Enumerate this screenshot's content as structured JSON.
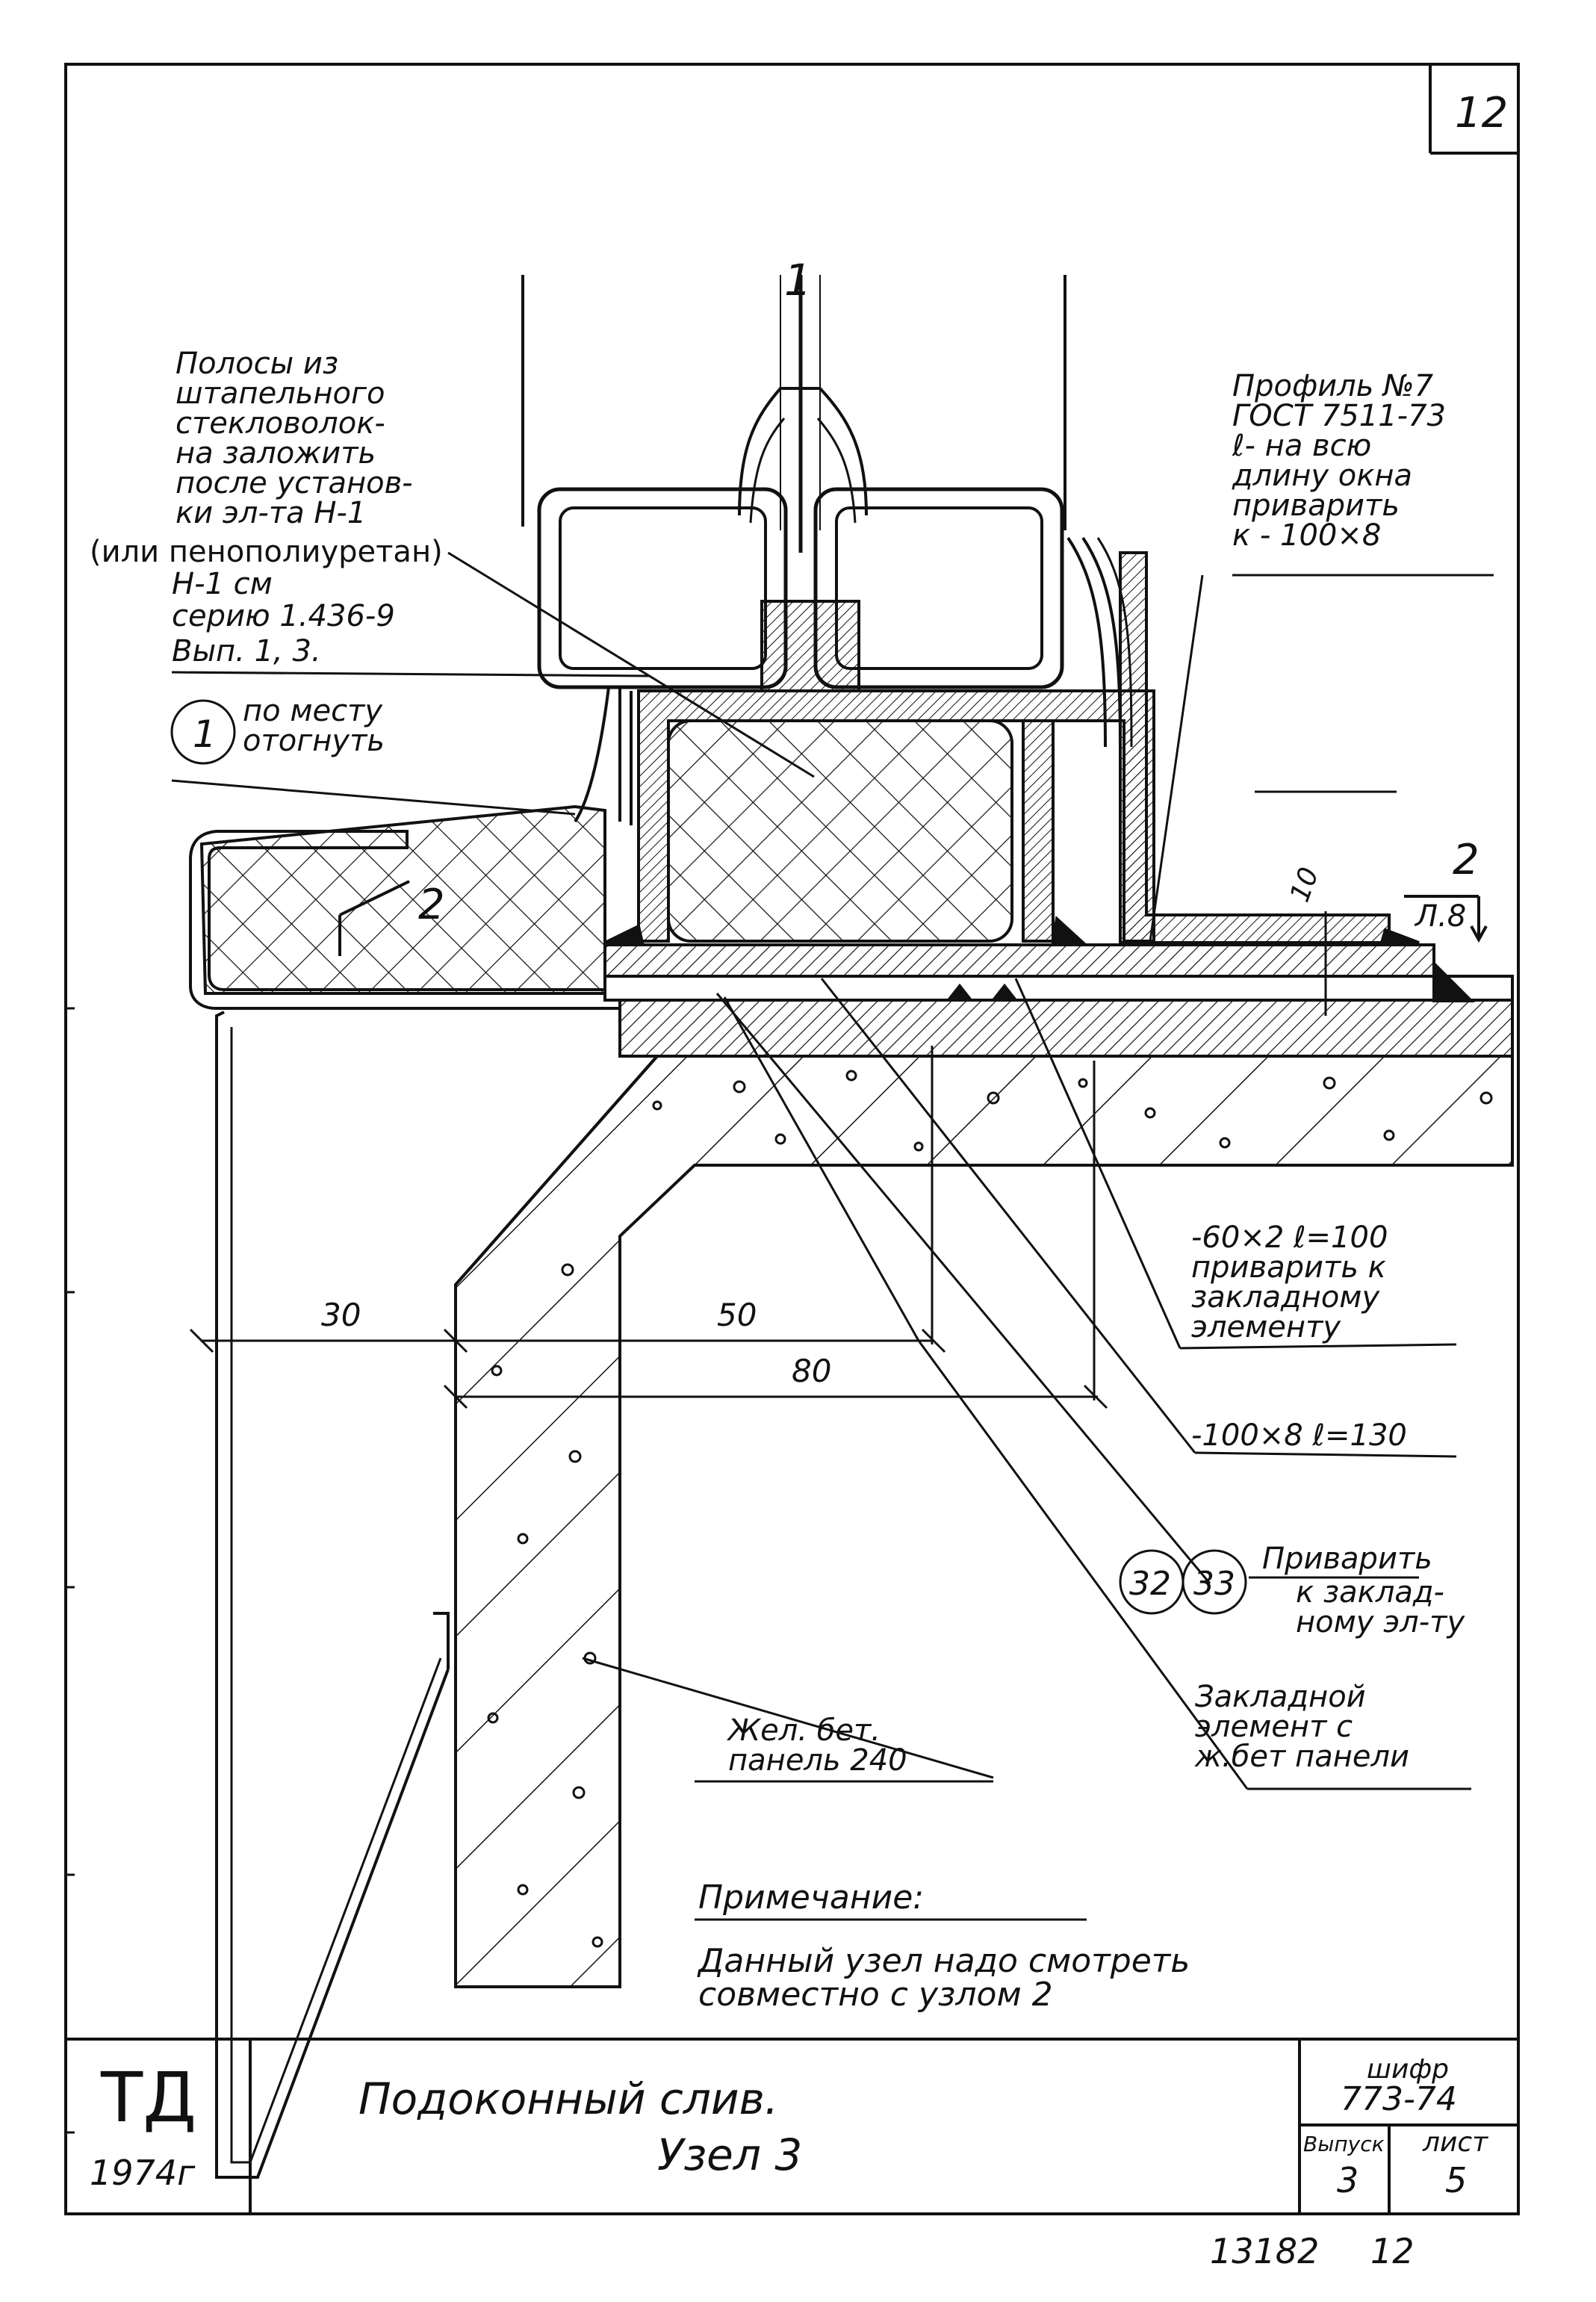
{
  "sheet": {
    "page_number": "12",
    "archive_number": "13182",
    "archive_page": "12"
  },
  "labels": {
    "glass_fiber": [
      "Полосы из",
      "штапельного",
      "стекловолок-",
      "на заложить",
      "после установ-",
      "ки эл-та Н-1"
    ],
    "polyurethane": [
      "(или пенополиуретан)",
      "Н-1  см",
      "серию 1.436-9",
      "Вып. 1, 3."
    ],
    "bend_on_site": [
      "по месту",
      "отогнуть"
    ],
    "profile": [
      "Профиль №7",
      "ГОСТ 7511-73",
      "ℓ- на всю",
      "длину окна",
      "приварить",
      "к - 100×8"
    ],
    "strip_60": [
      "-60×2 ℓ=100",
      "приварить к",
      "закладному",
      "элементу"
    ],
    "strip_100": "-100×8 ℓ=130",
    "weld": [
      "Приварить",
      "к заклад-",
      "ному эл-ту"
    ],
    "embedded": [
      "Закладной",
      "элемент с",
      "ж.бет панели"
    ],
    "panel": [
      "Жел. бет.",
      "панель 240"
    ],
    "section_label": "2",
    "sheet_ref": "Л.8",
    "top_mark": "1"
  },
  "callouts": {
    "c1": "1",
    "c32": "32",
    "c33": "33"
  },
  "dimensions": {
    "d30": "30",
    "d50": "50",
    "d80": "80",
    "d10": "10"
  },
  "note": {
    "heading": "Примечание:",
    "lines": [
      "Данный узел надо смотреть",
      "совместно с узлом 2"
    ]
  },
  "title_block": {
    "org": "ТД",
    "year": "1974г",
    "title_line1": "Подоконный слив.",
    "title_line2": "Узел 3",
    "code_label": "шифр",
    "code_value": "773-74",
    "issue_label": "Выпуск",
    "issue_value": "3",
    "sheet_label": "лист",
    "sheet_value": "5"
  }
}
